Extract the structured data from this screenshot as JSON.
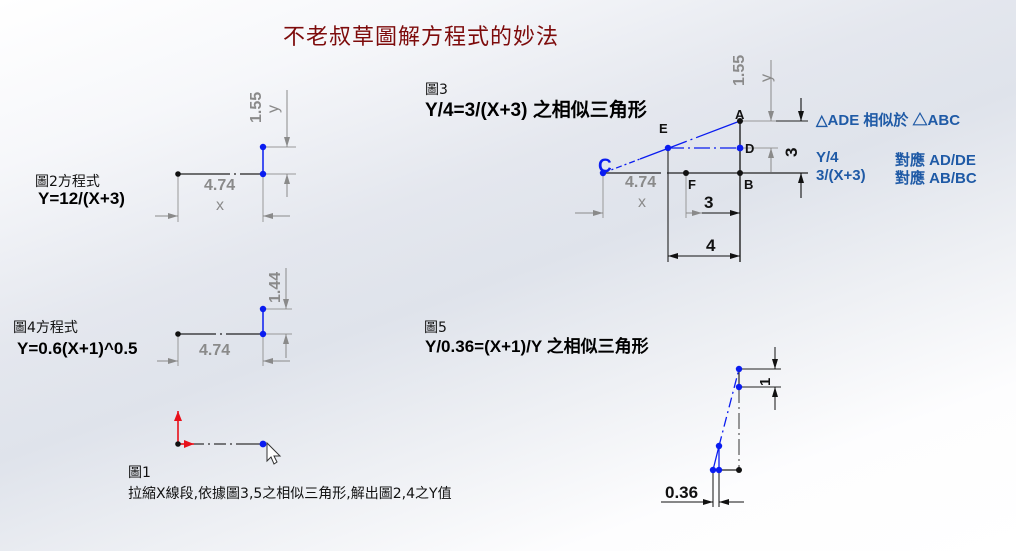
{
  "title": "不老叔草圖解方程式的妙法",
  "fig1": {
    "label": "圖1",
    "caption": "拉縮X線段,依據圖3,5之相似三角形,解出圖2,4之Y值"
  },
  "fig2": {
    "label": "圖2方程式",
    "equation": "Y=12/(X+3)",
    "dim_x_value": "4.74",
    "dim_x_name": "x",
    "dim_y_value": "1.55",
    "dim_y_name": "y"
  },
  "fig3": {
    "label": "圖3",
    "equation": "Y/4=3/(X+3) 之相似三角形",
    "points": {
      "A": "A",
      "B": "B",
      "C": "C",
      "D": "D",
      "E": "E",
      "F": "F"
    },
    "dim_x_value": "4.74",
    "dim_x_name": "x",
    "dim_y_value": "1.55",
    "dim_y_name": "y",
    "dim_fb": "3",
    "dim_eb": "4",
    "dim_ab": "3",
    "notes": {
      "similar": "△ADE 相似於 △ABC",
      "row1_left": "Y/4",
      "row1_right": "對應 AD/DE",
      "row2_left": "3/(X+3)",
      "row2_right": "對應 AB/BC"
    }
  },
  "fig4": {
    "label": "圖4方程式",
    "equation": "Y=0.6(X+1)^0.5",
    "dim_x_value": "4.74",
    "dim_y_value": "1.44"
  },
  "fig5": {
    "label": "圖5",
    "equation": "Y/0.36=(X+1)/Y 之相似三角形",
    "dim_base": "0.36",
    "dim_unit": "1"
  },
  "colors": {
    "title": "#7d0b0b",
    "sketch_blue": "#0a1cf0",
    "note_blue": "#1f5aa6",
    "dimension_gray": "#8a8a8a",
    "axis_red": "#e8101a"
  }
}
